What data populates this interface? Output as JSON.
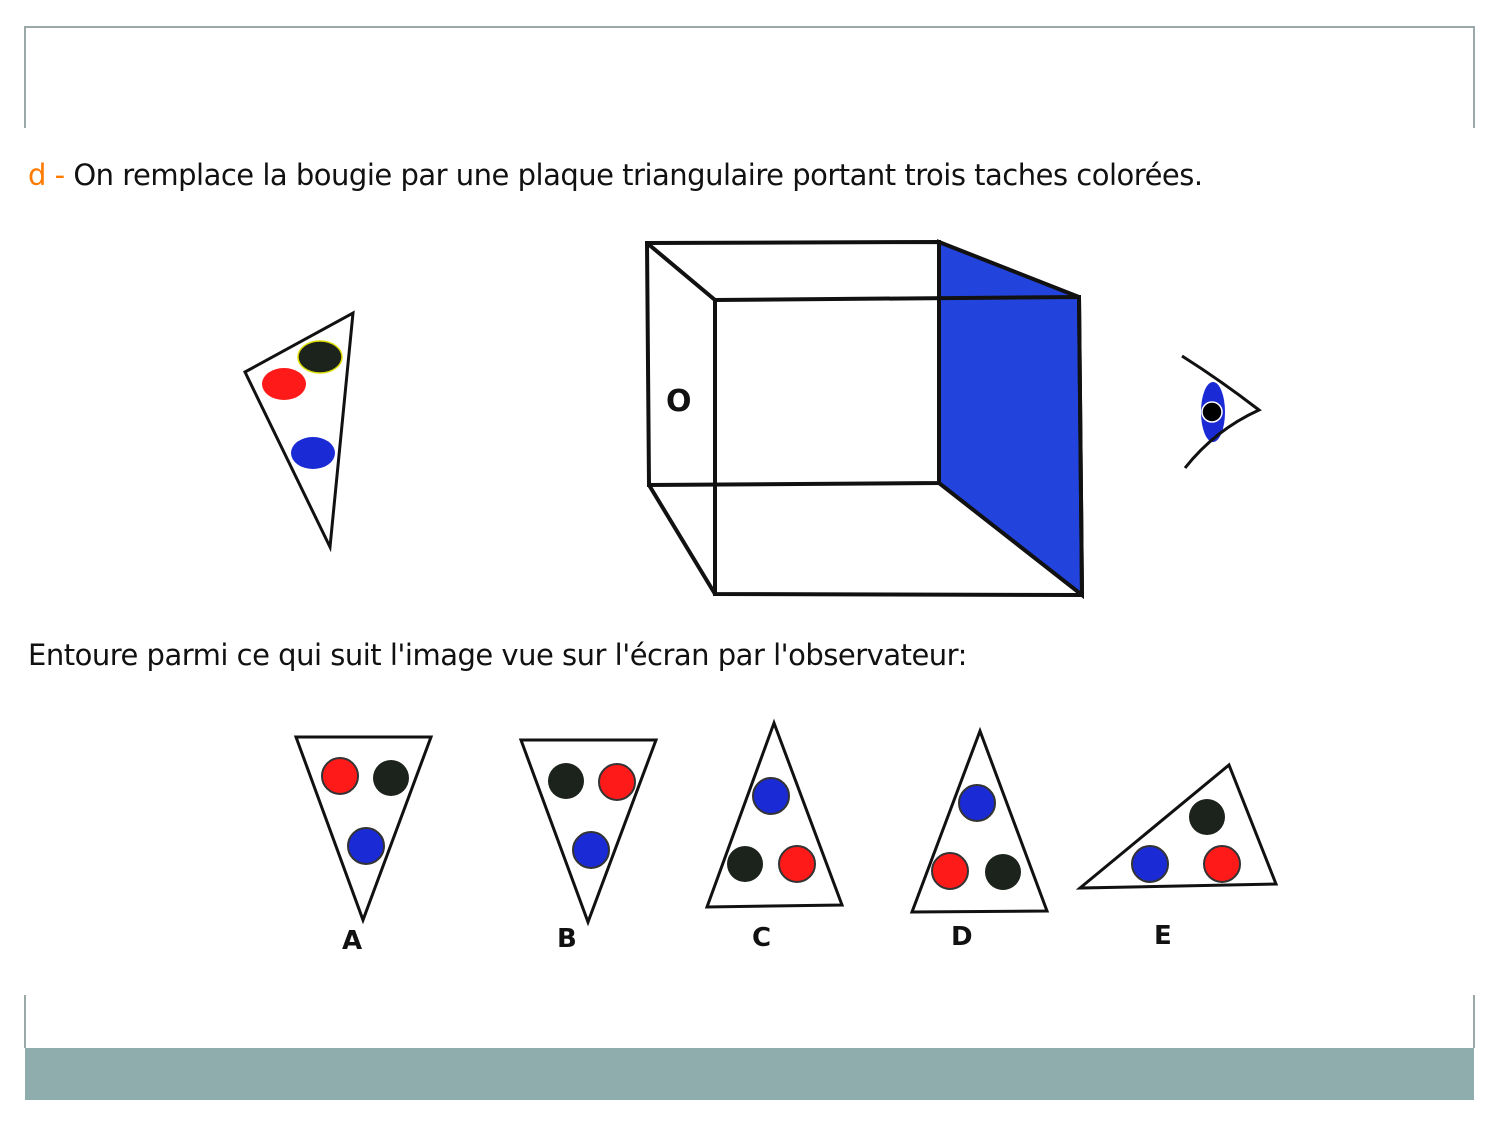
{
  "question": {
    "prefix": "d -",
    "text": "On remplace la bougie par une plaque triangulaire portant trois taches colorées.",
    "instruction": "Entoure parmi ce qui suit l'image vue sur l'écran par l'observateur:"
  },
  "diagram": {
    "pinhole_label": "O",
    "colors": {
      "red": "#ff1a1a",
      "black": "#1c221c",
      "blue": "#1a2ad4",
      "screen": "#2244dd",
      "prefix": "#ff7a00",
      "footer": "#8fadad",
      "frame": "#9aa8a8"
    }
  },
  "options": [
    {
      "label": "A",
      "dots": [
        "red",
        "black",
        "blue"
      ]
    },
    {
      "label": "B",
      "dots": [
        "black",
        "red",
        "blue"
      ]
    },
    {
      "label": "C",
      "dots": [
        "blue",
        "black",
        "red"
      ]
    },
    {
      "label": "D",
      "dots": [
        "blue",
        "red",
        "black"
      ]
    },
    {
      "label": "E",
      "dots": [
        "black",
        "blue",
        "red"
      ]
    }
  ]
}
